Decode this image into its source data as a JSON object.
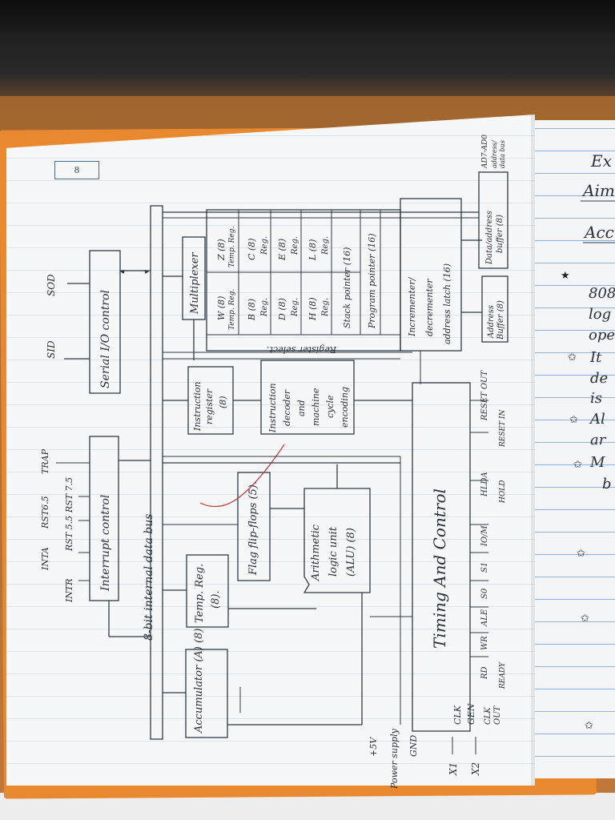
{
  "page": {
    "number": "8"
  },
  "blocks": {
    "serial_io": "Serial I/O control",
    "interrupt": "Interrupt control",
    "accumulator": "Accumulator (A) (8)",
    "temp_reg_1": "Temp. Reg.",
    "temp_reg_2": "(8).",
    "flag_ff": "Flag flip-flops (5).",
    "alu_1": "Arithmetic",
    "alu_2": "logic unit",
    "alu_3": "(ALU) (8)",
    "instr_reg_1": "Instruction",
    "instr_reg_2": "register",
    "instr_reg_3": "(8)",
    "decoder_1": "Instruction",
    "decoder_2": "decoder",
    "decoder_3": "and",
    "decoder_4": "machine",
    "decoder_5": "cycle",
    "decoder_6": "encoding",
    "multiplexer": "Multiplexer",
    "timing": "Timing And Control",
    "bus": "8-bit internal data bus",
    "register_select": "Register select.",
    "address_buffer_1": "Address",
    "address_buffer_2": "Buffer (8)",
    "data_buffer_1": "Data/address",
    "data_buffer_2": "buffer (8)"
  },
  "registers": {
    "w": "W (8)",
    "z": "Z (8)",
    "w_type": "Temp. Reg.",
    "z_type": "Temp. Reg.",
    "b": "B (8)",
    "c": "C (8)",
    "b_type": "Reg.",
    "c_type": "Reg.",
    "d": "D (8)",
    "e": "E (8)",
    "d_type": "Reg.",
    "e_type": "Reg.",
    "h": "H (8)",
    "l": "L (8)",
    "h_type": "Reg.",
    "l_type": "Reg.",
    "sp": "Stack pointer (16)",
    "pc": "Program pointer (16)",
    "inc_1": "Incrementer/",
    "inc_2": "decrementer",
    "inc_3": "address latch (16)"
  },
  "signals": {
    "inta": "INTA",
    "intr": "INTR",
    "rst65": "RST6.5",
    "rst55": "RST 5.5",
    "rst75": "RST 7.5",
    "trap": "TRAP",
    "sid": "SID",
    "sod": "SOD",
    "clk_gen_1": "CLK",
    "clk_gen_2": "GEN",
    "clk_out_1": "CLK",
    "clk_out_2": "OUT",
    "rd": "RD",
    "wr": "WR",
    "ale": "ALE",
    "s0": "S0",
    "s1": "S1",
    "io_m": "IO/M",
    "hlda": "HLDA",
    "reset_out": "RESET OUT",
    "hold": "HOLD",
    "reset_in": "RESET IN",
    "ready": "READY",
    "x1": "X1",
    "x2": "X2",
    "plus5v": "+5V",
    "power_supply": "Power supply",
    "gnd": "GND",
    "ad_1": "AD7-AD0",
    "ad_2": "address/",
    "ad_3": "data bus"
  },
  "right_page": {
    "ex": "Ex",
    "aim": "Aim",
    "acc": "Acc",
    "l1": "808",
    "l2": "log",
    "l3": "ope",
    "l4": "It",
    "l5": "de",
    "l6": "is",
    "l7": "Al",
    "l8": "ar",
    "l9": "M",
    "l10": "b"
  }
}
